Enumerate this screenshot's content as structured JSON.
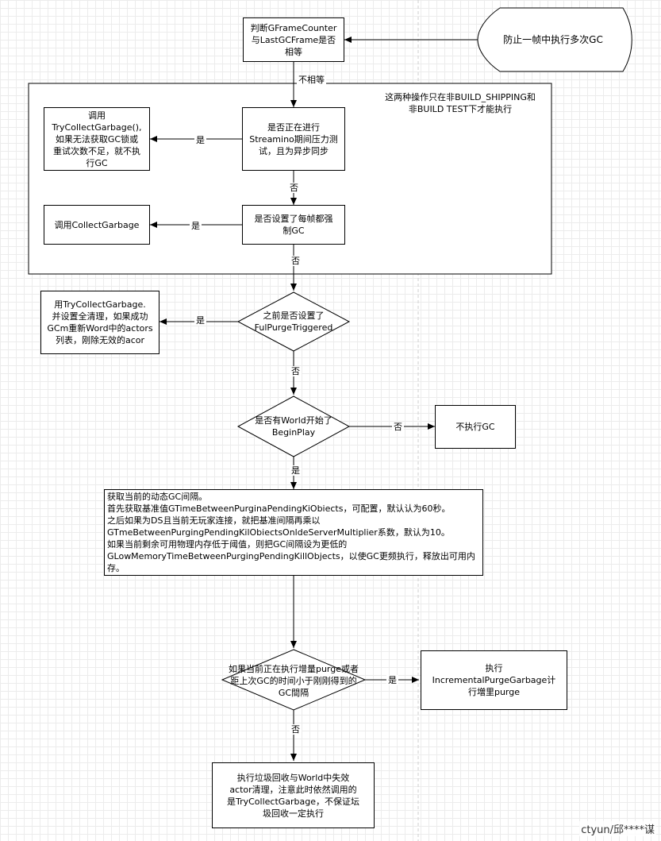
{
  "nodes": {
    "check_frame": "判断GFrameCounter\n与LastGCFrame是否\n相等",
    "prevent_multi_gc": "防止一帧中执行多次GC",
    "container_note": "这两种操作只在非BUILD_SHIPPING和\n非BUILD TEST下才能执行",
    "streaming_test": "是否正在进行\nStreamino期间压力测\n试，且为异步同步",
    "try_collect_1": "调用\nTryCollectGarbage(),\n如果无法获取GC锁或\n重试次数不足，就不执\n行GC",
    "force_gc": "是否设置了每帧都强\n制GC",
    "collect_garbage": "调用CollectGarbage",
    "full_purge": "之前是否设置了\nFulPurgeTriggered",
    "try_collect_full": "用TryCollectGarbage.\n并设置全清理，如果成功\nGCm重新Word中的actors\n列表，刚除无效的acor",
    "world_begin": "是否有World开始了\nBeginPlay",
    "no_gc": "不执行GC",
    "dynamic_interval": "获取当前的动态GC间隔。\n首先获取基准值GTimeBetweenPurginaPendingKiObiects，可配置，默认认为60秒。\n之后如果为DS且当前无玩家连接，就把基准间隔再乘以\nGTmeBetweenPurgingPendingKilObiectsOnldeServerMultiplier系数，默认为10。\n如果当前剩余可用物理内存低于阈值，则把GC间隔设为更低的\nGLowMemoryTimeBetweenPurgingPendingKillObjects，以使GC更频执行，释放出可用内\n存。",
    "incremental_check": "如果当前正在执行增量purge或者\n距上次GC的时间小于刚刚得到的\nGC間隔",
    "incremental_purge": "执行\nIncrementalPurgeGarbage计\n行増里purge",
    "final_gc": "执行垃圾回收与World中失效\nactor清理，注意此时依然调用的\n是TryCollectGarbage，不保证坛\n圾回收一定执行"
  },
  "edge_labels": {
    "not_equal": "不相等",
    "yes_streaming": "是",
    "no_streaming": "否",
    "yes_force": "是",
    "no_force": "否",
    "yes_full": "是",
    "no_full": "否",
    "no_world": "否",
    "yes_world": "是",
    "yes_incr": "是",
    "no_incr": "否"
  },
  "watermark": "ctyun/邱****谋",
  "colors": {
    "stroke": "#000000",
    "fill": "#ffffff",
    "grid": "#ececec"
  }
}
